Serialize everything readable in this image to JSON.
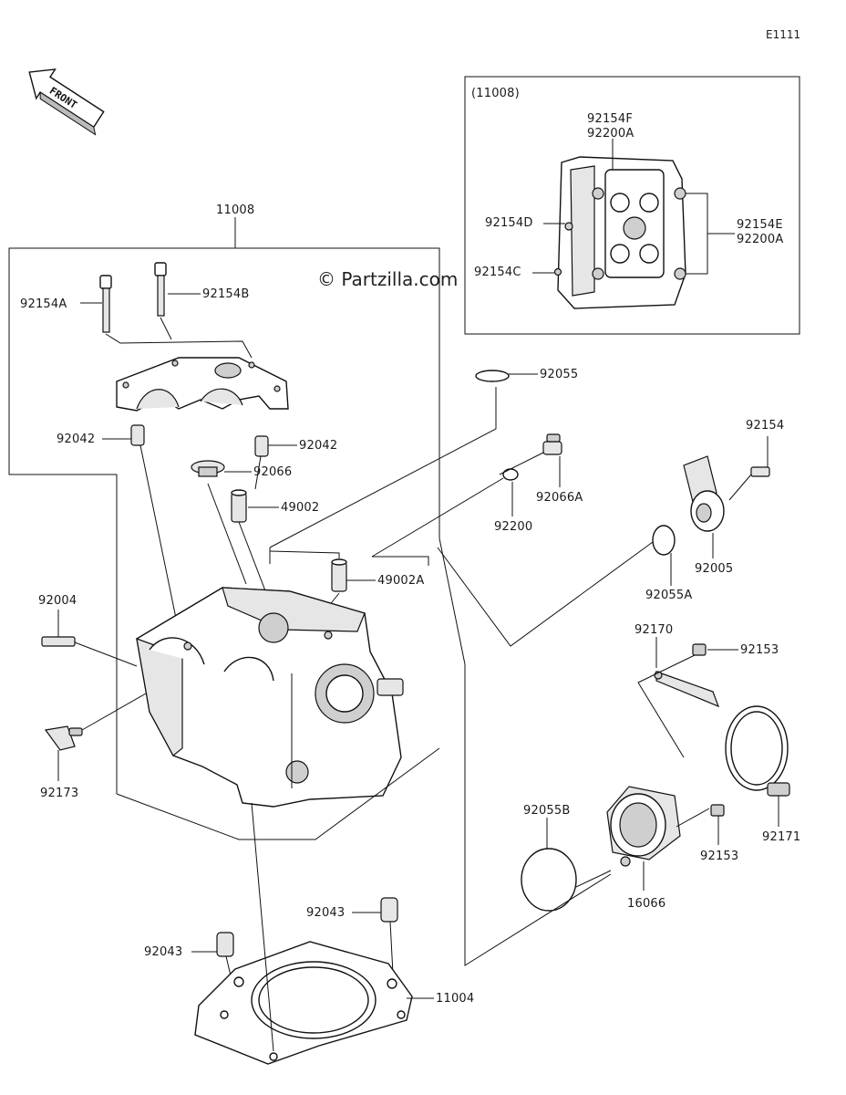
{
  "diagram_code": "E1111",
  "front_arrow_label": "FRONT",
  "watermark": "© Partzilla.com",
  "inset": {
    "title": "(11008)",
    "labels": {
      "p92154f": "92154F",
      "p92200a_top": "92200A",
      "p92154d": "92154D",
      "p92154c": "92154C",
      "p92154e": "92154E",
      "p92200a_right": "92200A"
    }
  },
  "parts": {
    "p11008": "11008",
    "p92154a": "92154A",
    "p92154b": "92154B",
    "p92042_left": "92042",
    "p92042_right": "92042",
    "p92066": "92066",
    "p49002": "49002",
    "p49002a": "49002A",
    "p92004": "92004",
    "p92173": "92173",
    "p92055": "92055",
    "p92200": "92200",
    "p92066a": "92066A",
    "p92154": "92154",
    "p92005": "92005",
    "p92055a": "92055A",
    "p92170": "92170",
    "p92153_top": "92153",
    "p92171": "92171",
    "p92153_bottom": "92153",
    "p92055b": "92055B",
    "p16066": "16066",
    "p92043_right": "92043",
    "p92043_left": "92043",
    "p11004": "11004"
  }
}
